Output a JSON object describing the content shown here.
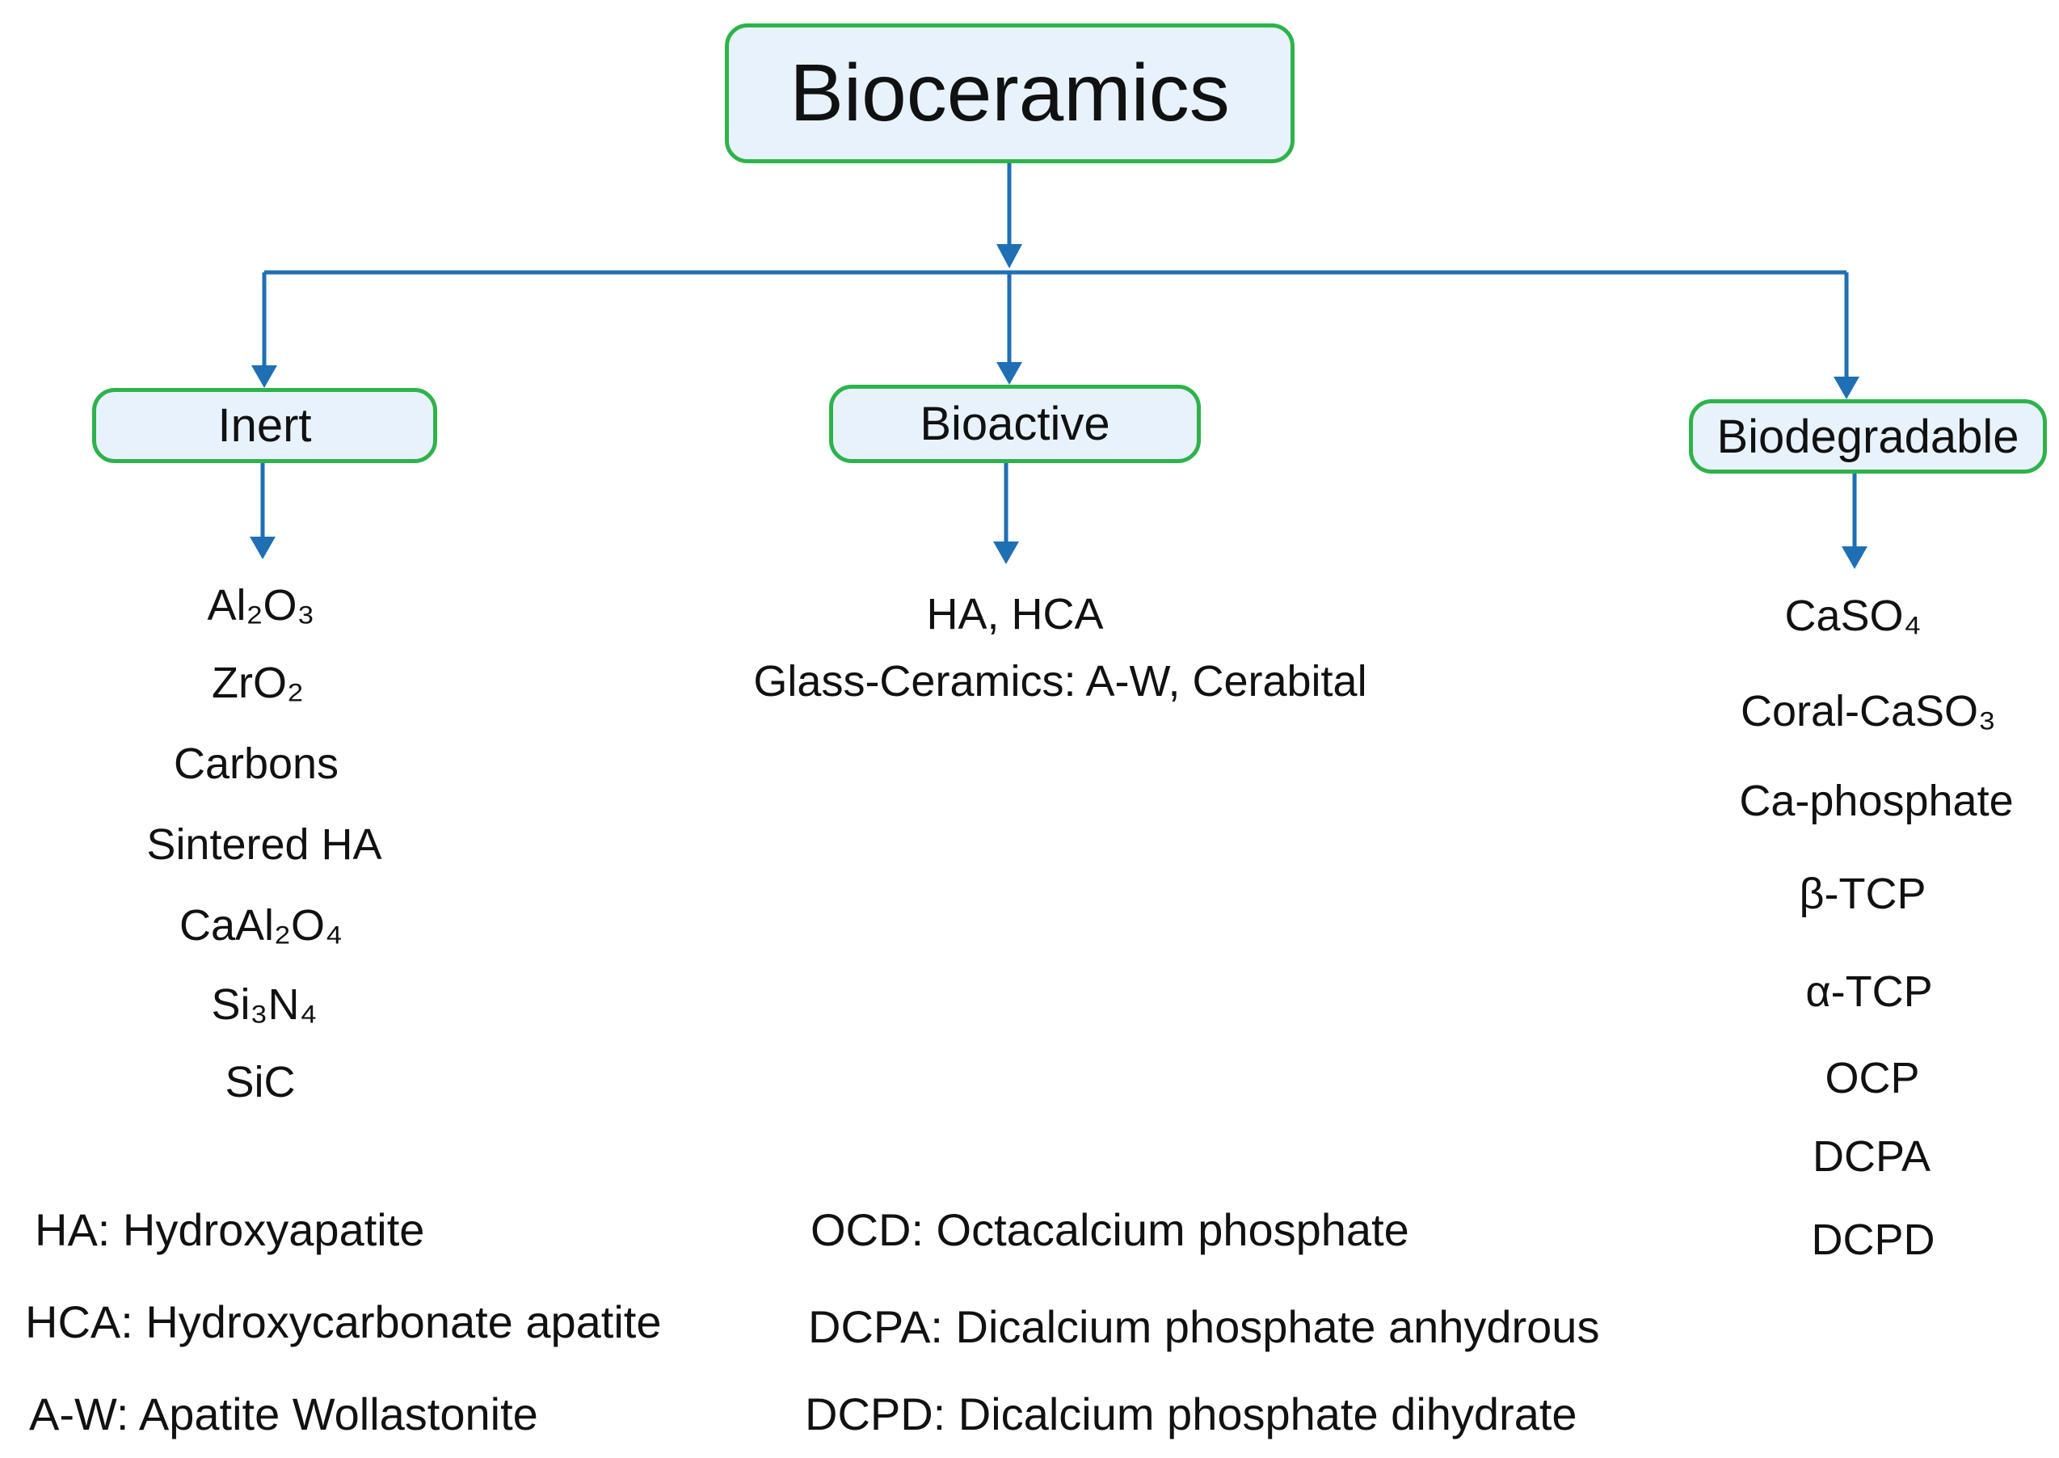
{
  "diagram": {
    "root": {
      "label": "Bioceramics"
    },
    "categories": [
      {
        "label": "Inert",
        "items": [
          "Al₂O₃",
          "ZrO₂",
          "Carbons",
          "Sintered HA",
          "CaAl₂O₄",
          "Si₃N₄",
          "SiC"
        ]
      },
      {
        "label": "Bioactive",
        "items": [
          "HA, HCA",
          "Glass-Ceramics: A-W, Cerabital"
        ]
      },
      {
        "label": "Biodegradable",
        "items": [
          "CaSO₄",
          "Coral-CaSO₃",
          "Ca-phosphate",
          "β-TCP",
          "α-TCP",
          "OCP",
          "DCPA",
          "DCPD"
        ]
      }
    ],
    "glossary_left": [
      "HA: Hydroxyapatite",
      "HCA: Hydroxycarbonate apatite",
      "A-W: Apatite Wollastonite"
    ],
    "glossary_right": [
      "OCD: Octacalcium phosphate",
      "DCPA: Dicalcium phosphate anhydrous",
      "DCPD: Dicalcium phosphate dihydrate"
    ]
  },
  "colors": {
    "box_border": "#2db34a",
    "box_fill": "#e8f2fc",
    "connector": "#1f6fb5",
    "text": "#111111"
  }
}
